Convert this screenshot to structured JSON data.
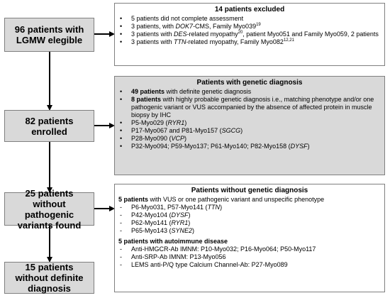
{
  "left_boxes": [
    {
      "id": "b1",
      "text": "96 patients with LGMW elegible"
    },
    {
      "id": "b2",
      "text": "82 patients enrolled"
    },
    {
      "id": "b3",
      "text": "25 patients without pathogenic variants found"
    },
    {
      "id": "b4",
      "text": "15 patients without definite diagnosis"
    }
  ],
  "excluded": {
    "title": "14 patients excluded",
    "items": [
      {
        "pre": "5 patients did not complete assessment"
      },
      {
        "pre": "3 patients, with ",
        "gene": "DOK7",
        "post": "-CMS, Family Myo039",
        "sup": "19"
      },
      {
        "pre": "3 patients with ",
        "gene": "DES",
        "post": "-related myopathy",
        "sup": "20",
        "post2": ", patient Myo051 and Family Myo059, 2 patients"
      },
      {
        "pre": "3 patients with ",
        "gene": "TTN",
        "post": "-related myopathy, Family Myo082",
        "sup": "12,21"
      }
    ]
  },
  "with_diag": {
    "title": "Patients with genetic diagnosis",
    "items": [
      {
        "bold": "49 patients",
        "rest": " with definite genetic diagnosis"
      },
      {
        "bold": "8 patients",
        "rest": " with highly probable genetic diagnosis i.e., matching phenotype and/or one pathogenic variant or VUS accompanied by the absence of affected protein in muscle biopsy by IHC"
      },
      {
        "pre": "P5-Myo029 (",
        "gene": "RYR1",
        "post": ")"
      },
      {
        "pre": "P17-Myo067 and P81-Myo157 (",
        "gene": "SGCG",
        "post": ")"
      },
      {
        "pre": "P28-Myo090 (",
        "gene": "VCP",
        "post": ")"
      },
      {
        "pre": "P32-Myo094; P59-Myo137; P61-Myo140; P82-Myo158 (",
        "gene": "DYSF",
        "post": ")"
      }
    ]
  },
  "without_diag": {
    "title": "Patients without genetic diagnosis",
    "vus": {
      "bold": "5 patients",
      "rest": " with VUS or one pathogenic variant and unspecific phenotype",
      "items": [
        {
          "pre": "P6-Myo031, P57-Myo141 (",
          "gene": "TTN",
          "post": ")"
        },
        {
          "pre": "P42-Myo104 (",
          "gene": "DYSF",
          "post": ")"
        },
        {
          "pre": "P62-Myo141 (",
          "gene": "RYR1",
          "post": ")"
        },
        {
          "pre": "P65-Myo143 (",
          "gene": "SYNE2",
          "post": ")"
        }
      ]
    },
    "auto": {
      "heading": "5 patients with autoimmune disease",
      "items": [
        "Anti-HMGCR-Ab IMNM: P10-Myo032; P16-Myo064; P50-Myo117",
        "Anti-SRP-Ab IMNM: P13-Myo056",
        "LEMS anti-P/Q type Calcium Channel-Ab: P27-Myo089"
      ]
    }
  }
}
